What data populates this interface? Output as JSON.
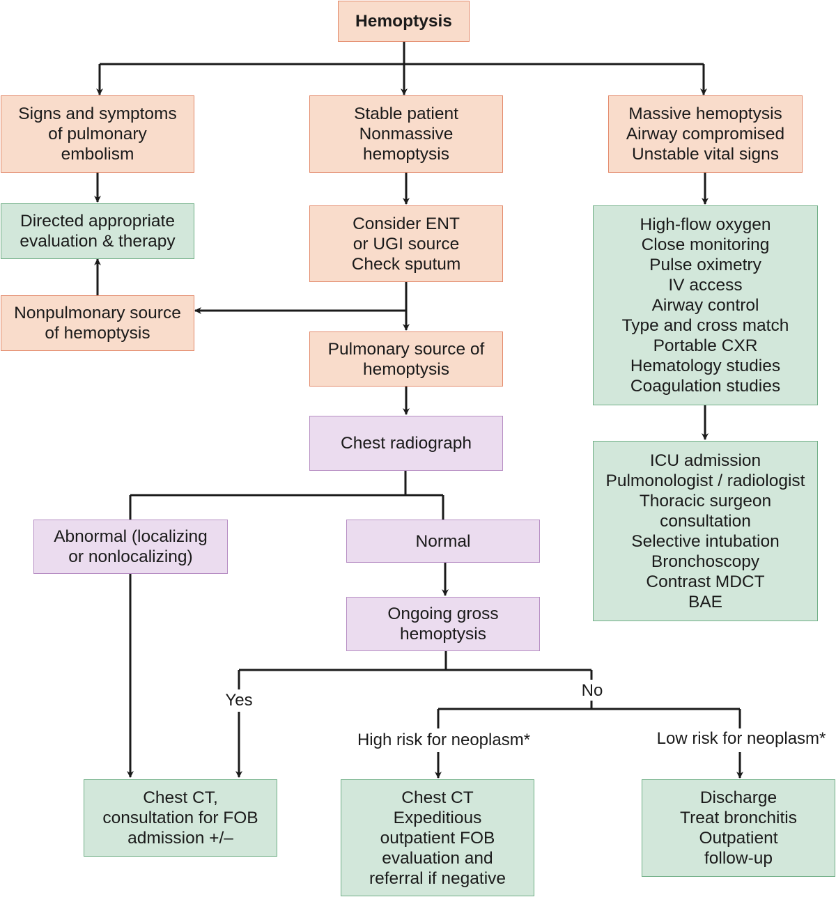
{
  "title": "Hemoptysis",
  "boxes": {
    "pe_signs": "Signs and symptoms\nof pulmonary\nembolism",
    "stable": "Stable patient\nNonmassive\nhemoptysis",
    "massive": "Massive hemoptysis\nAirway compromised\nUnstable vital signs",
    "directed_eval": "Directed appropriate\nevaluation & therapy",
    "consider_ent": "Consider ENT\nor UGI source\nCheck sputum",
    "massive_mgmt": "High-flow oxygen\nClose monitoring\nPulse oximetry\nIV access\nAirway control\nType and cross match\nPortable CXR\nHematology studies\nCoagulation studies",
    "nonpulmonary": "Nonpulmonary source\nof hemoptysis",
    "pulmonary": "Pulmonary source of\nhemoptysis",
    "chest_radiograph": "Chest radiograph",
    "icu": "ICU admission\nPulmonologist / radiologist\nThoracic surgeon\nconsultation\nSelective intubation\nBronchoscopy\nContrast MDCT\nBAE",
    "abnormal": "Abnormal (localizing\nor nonlocalizing)",
    "normal": "Normal",
    "ongoing": "Ongoing gross\nhemoptysis",
    "chest_ct_fob": "Chest CT,\nconsultation for FOB\nadmission +/–",
    "high_risk_plan": "Chest CT\nExpeditious\noutpatient FOB\nevaluation and\nreferral if negative",
    "low_risk_plan": "Discharge\nTreat bronchitis\nOutpatient\nfollow-up"
  },
  "labels": {
    "yes": "Yes",
    "no": "No",
    "high_risk": "High risk for neoplasm*",
    "low_risk": "Low risk for neoplasm*"
  },
  "colors": {
    "salmon_fill": "#f9dccb",
    "salmon_border": "#e3896a",
    "green_fill": "#d2e7da",
    "green_border": "#6fae85",
    "purple_fill": "#ebdcef",
    "purple_border": "#b68dc3",
    "line": "#1a1a1a"
  }
}
